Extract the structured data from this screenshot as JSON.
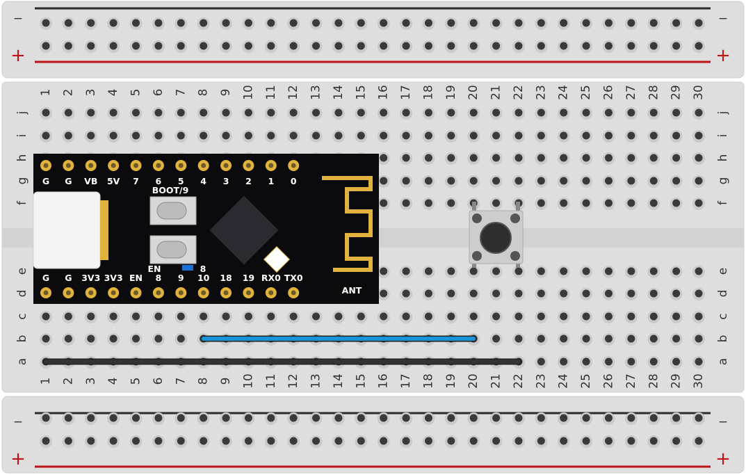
{
  "breadboard": {
    "columns": [
      "1",
      "2",
      "3",
      "4",
      "5",
      "6",
      "7",
      "8",
      "9",
      "10",
      "11",
      "12",
      "13",
      "14",
      "15",
      "16",
      "17",
      "18",
      "19",
      "20",
      "21",
      "22",
      "23",
      "24",
      "25",
      "26",
      "27",
      "28",
      "29",
      "30"
    ],
    "rows_top": [
      "j",
      "i",
      "h",
      "g",
      "f"
    ],
    "rows_bottom": [
      "e",
      "d",
      "c",
      "b",
      "a"
    ],
    "rail_minus": "−",
    "rail_plus": "+",
    "colors": {
      "board": "#dedede",
      "hole": "#3a3a3a",
      "rail_red": "#c0141b",
      "rail_black": "#2b2b2b"
    }
  },
  "module": {
    "top_pins": [
      "G",
      "G",
      "VB",
      "5V",
      "7",
      "6",
      "5",
      "4",
      "3",
      "2",
      "1",
      "0"
    ],
    "bottom_pins": [
      "G",
      "G",
      "3V3",
      "3V3",
      "EN",
      "8",
      "9",
      "10",
      "18",
      "19",
      "RX0",
      "TX0"
    ],
    "boot_label": "BOOT/9",
    "en_label": "EN",
    "led_label": "8",
    "antenna_label": "ANT",
    "colors": {
      "pcb": "#0b0b0d",
      "gold": "#e1b23c"
    }
  },
  "wires": [
    {
      "name": "blue-wire",
      "row": "b",
      "from_col": 8,
      "to_col": 20,
      "color": "#1a93d6"
    },
    {
      "name": "black-wire",
      "row": "a",
      "from_col": 1,
      "to_col": 22,
      "color": "#333333"
    }
  ],
  "pushbutton": {
    "cols": [
      20,
      22
    ],
    "rows": [
      "f",
      "e"
    ]
  }
}
